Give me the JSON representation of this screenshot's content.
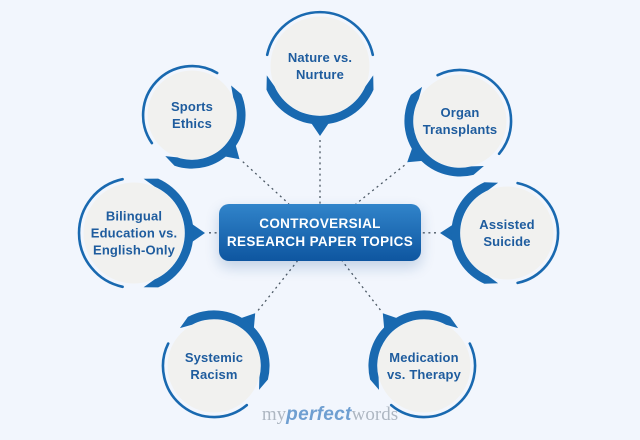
{
  "center_box": {
    "line1": "CONTROVERSIAL",
    "line2": "RESEARCH PAPER TOPICS"
  },
  "topics": [
    {
      "label": "Nature vs.\nNurture"
    },
    {
      "label": "Sports\nEthics"
    },
    {
      "label": "Organ\nTransplants"
    },
    {
      "label": "Bilingual\nEducation vs.\nEnglish-Only"
    },
    {
      "label": "Assisted\nSuicide"
    },
    {
      "label": "Systemic\nRacism"
    },
    {
      "label": "Medication\nvs. Therapy"
    }
  ],
  "logo": {
    "my": "my",
    "perfect": "perfect",
    "words": "words"
  },
  "colors": {
    "background": "#f2f6fd",
    "ring_blue": "#1969b0",
    "circle_fill": "#f1f1ef",
    "topic_text": "#1e5c9e",
    "box_gradient_top": "#3184ca",
    "box_gradient_bottom": "#0e56a0",
    "connector_gray": "#4d5a66",
    "logo_gray": "#aeb7c2",
    "logo_blue": "#6f9fd1"
  }
}
